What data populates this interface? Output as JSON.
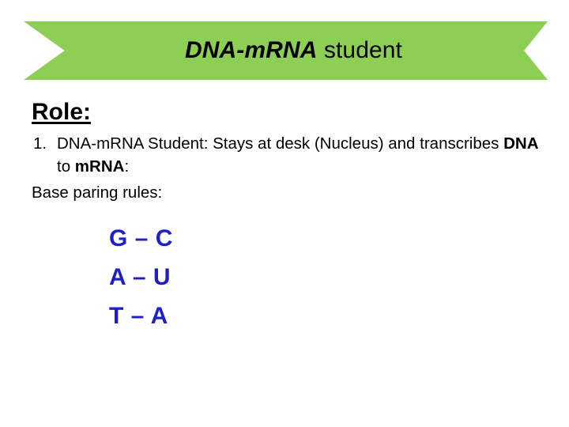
{
  "colors": {
    "banner_green": "#8DCE54",
    "text_black": "#000000",
    "base_pair_blue": "#1F1FC8",
    "background": "#FFFFFF"
  },
  "banner": {
    "title_emphasis": "DNA-mRNA",
    "title_rest": " student"
  },
  "body": {
    "heading": "Role:",
    "list": [
      {
        "marker": "1.",
        "segments": [
          {
            "text": "DNA-mRNA Student: Stays at desk (Nucleus) and transcribes ",
            "bold": false
          },
          {
            "text": "DNA",
            "bold": true
          },
          {
            "text": " to ",
            "bold": false
          },
          {
            "text": "mRNA",
            "bold": true
          },
          {
            "text": ":",
            "bold": false
          }
        ]
      }
    ],
    "subheading": "Base paring rules:",
    "base_pairs": [
      {
        "left": "G",
        "dash": "–",
        "right": "C",
        "text": "G – C"
      },
      {
        "left": "A",
        "dash": "–",
        "right": "U",
        "text": "A – U"
      },
      {
        "left": "T",
        "dash": "–",
        "right": "A",
        "text": "T – A"
      }
    ]
  }
}
